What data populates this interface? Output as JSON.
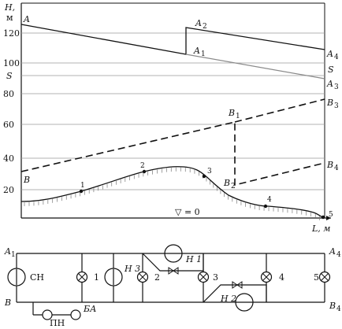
{
  "chart": {
    "y_axis_label": "H,",
    "y_axis_unit": "м",
    "x_axis_label": "L, м",
    "y_ticks": [
      "120",
      "100",
      "80",
      "60",
      "40",
      "20"
    ],
    "s_level": "S",
    "zero_marker": "▽ = 0",
    "line_labels": {
      "A": "A",
      "A1": "A",
      "A1_sub": "1",
      "A2": "A",
      "A2_sub": "2",
      "A3": "A",
      "A3_sub": "3",
      "A4": "A",
      "A4_sub": "4",
      "B": "B",
      "B1": "B",
      "B1_sub": "1",
      "B2": "B",
      "B2_sub": "2",
      "B3": "B",
      "B3_sub": "3",
      "B4": "B",
      "B4_sub": "4",
      "S_right": "S"
    },
    "terrain_points": [
      "1",
      "2",
      "3",
      "4",
      "5"
    ]
  },
  "chart_data": {
    "type": "line",
    "ylabel": "H, м",
    "xlabel": "L, м",
    "ylim": [
      0,
      140
    ],
    "y_ticks": [
      20,
      40,
      60,
      80,
      100,
      120
    ],
    "s_level": 93,
    "series": [
      {
        "values": [
          [
            0,
            125
          ],
          [
            0.5,
            105
          ],
          [
            0.5,
            125
          ],
          [
            1,
            108
          ]
        ]
      },
      {
        "values": [
          [
            0,
            125
          ],
          [
            1,
            93
          ]
        ]
      },
      {
        "values": [
          [
            0,
            30
          ],
          [
            0.7,
            63
          ],
          [
            0.7,
            22
          ],
          [
            1,
            37
          ]
        ]
      },
      {
        "values": [
          [
            0,
            30
          ],
          [
            1,
            78
          ]
        ]
      },
      {
        "values": [
          [
            0,
            13
          ],
          [
            0.08,
            13
          ],
          [
            0.19,
            17
          ],
          [
            0.38,
            30
          ],
          [
            0.49,
            33
          ],
          [
            0.6,
            27
          ],
          [
            0.75,
            13
          ],
          [
            0.8,
            10
          ],
          [
            0.9,
            7
          ],
          [
            0.98,
            3
          ],
          [
            1,
            0
          ]
        ]
      }
    ],
    "points": [
      {
        "label": "1",
        "x": 0.19,
        "y": 17
      },
      {
        "label": "2",
        "x": 0.38,
        "y": 30
      },
      {
        "label": "3",
        "x": 0.6,
        "y": 27
      },
      {
        "label": "4",
        "x": 0.8,
        "y": 10
      },
      {
        "label": "5",
        "x": 1.0,
        "y": 0
      }
    ]
  },
  "schematic": {
    "A_left": "A",
    "A_left_sub": "1",
    "A_right": "A",
    "A_right_sub": "4",
    "B_left": "B",
    "B_right": "B",
    "B_right_sub": "4",
    "pump_sn": "СН",
    "pump_n1": "H 1",
    "pump_n2": "H 2",
    "pump_n3": "H 3",
    "pump_pn": "ПН",
    "tank": "БА",
    "node_1": "1",
    "node_2": "2",
    "node_3": "3",
    "node_4": "4",
    "node_5": "5"
  }
}
